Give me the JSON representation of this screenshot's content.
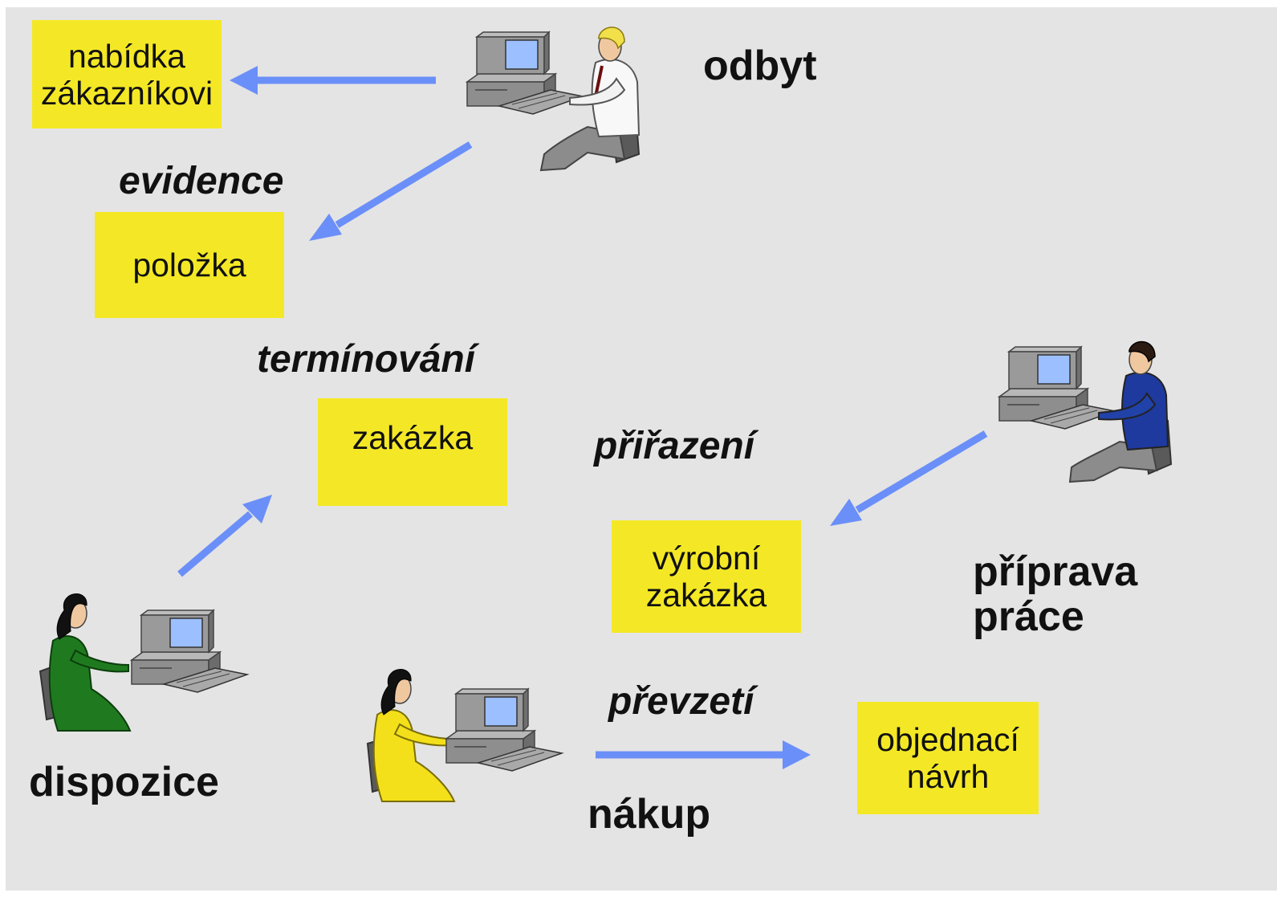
{
  "roles": {
    "odbyt": "odbyt",
    "priprava": [
      "příprava",
      "práce"
    ],
    "dispozice": "dispozice",
    "nakup": "nákup"
  },
  "actions": {
    "evidence": "evidence",
    "terminovani": "termínování",
    "prirazeni": "přiřazení",
    "prevzeti": "převzetí"
  },
  "documents": {
    "nabidka": [
      "nabídka",
      "zákazníkovi"
    ],
    "polozka": [
      "položka"
    ],
    "zakazka": [
      "zakázka"
    ],
    "vyrobni_zakazka": [
      "výrobní",
      "zakázka"
    ],
    "objednaci_navrh": [
      "objednací",
      "návrh"
    ]
  },
  "colors": {
    "background": "#e4e4e4",
    "document_box": "#f4e826",
    "arrow": "#6b8ff8"
  },
  "icons": {
    "odbyt": "man-white-shirt-at-computer-icon",
    "priprava": "man-blue-shirt-at-computer-icon",
    "dispozice": "woman-green-dress-at-computer-icon",
    "nakup": "woman-yellow-dress-at-computer-icon"
  }
}
